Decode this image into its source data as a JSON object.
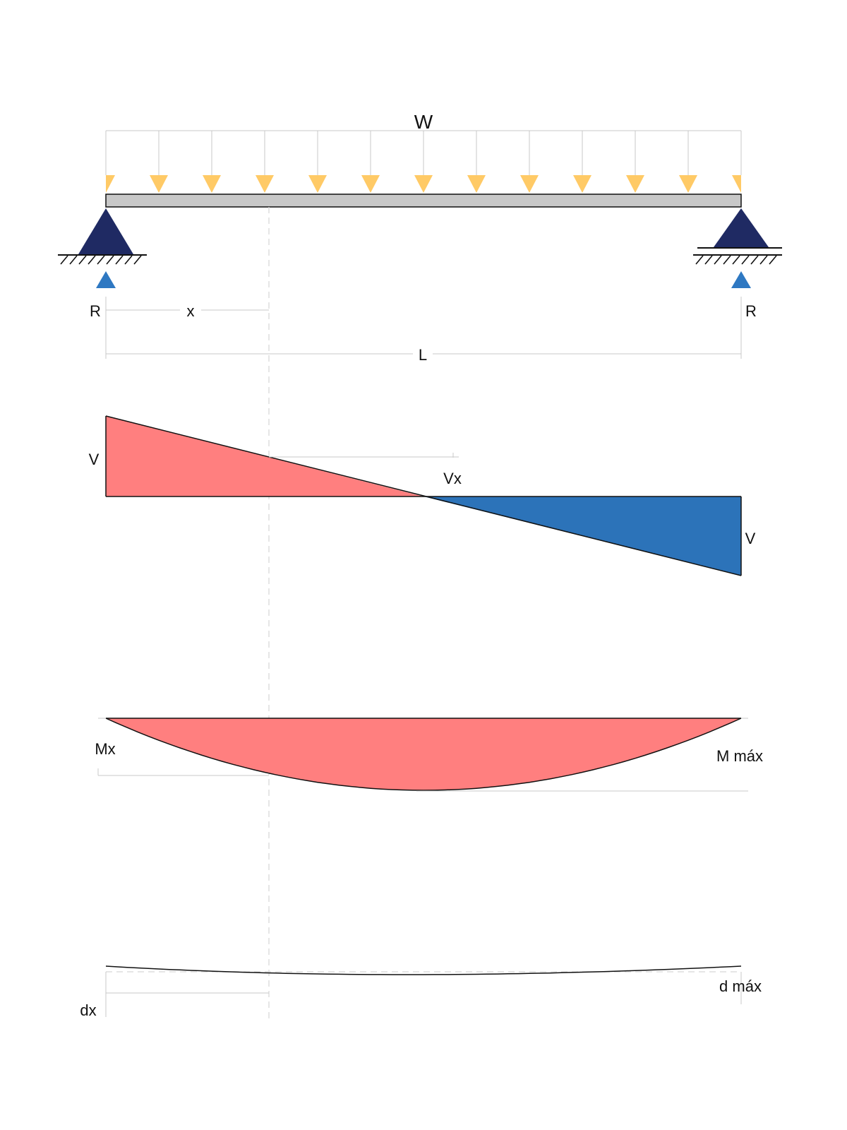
{
  "labels": {
    "load": "W",
    "reaction_left": "R",
    "reaction_right": "R",
    "position": "x",
    "span": "L",
    "shear_left": "V",
    "shear_right": "V",
    "shear_at_x": "Vx",
    "moment_at_x": "Mx",
    "moment_max": "M máx",
    "deflection_at_x": "dx",
    "deflection_max": "d máx"
  },
  "colors": {
    "load_arrow": "#ffca66",
    "beam": "#c8c8c8",
    "support": "#1f2a63",
    "reaction_arrow": "#2e78c2",
    "positive_fill": "#ff7f7f",
    "negative_fill": "#2c73b9",
    "outline": "#111111",
    "guide": "#c8c8c8"
  },
  "icons": {
    "support_left": "pinned-support-icon",
    "support_right": "roller-support-icon",
    "reaction_arrow": "up-arrow-icon",
    "load_arrow": "down-arrow-icon"
  }
}
